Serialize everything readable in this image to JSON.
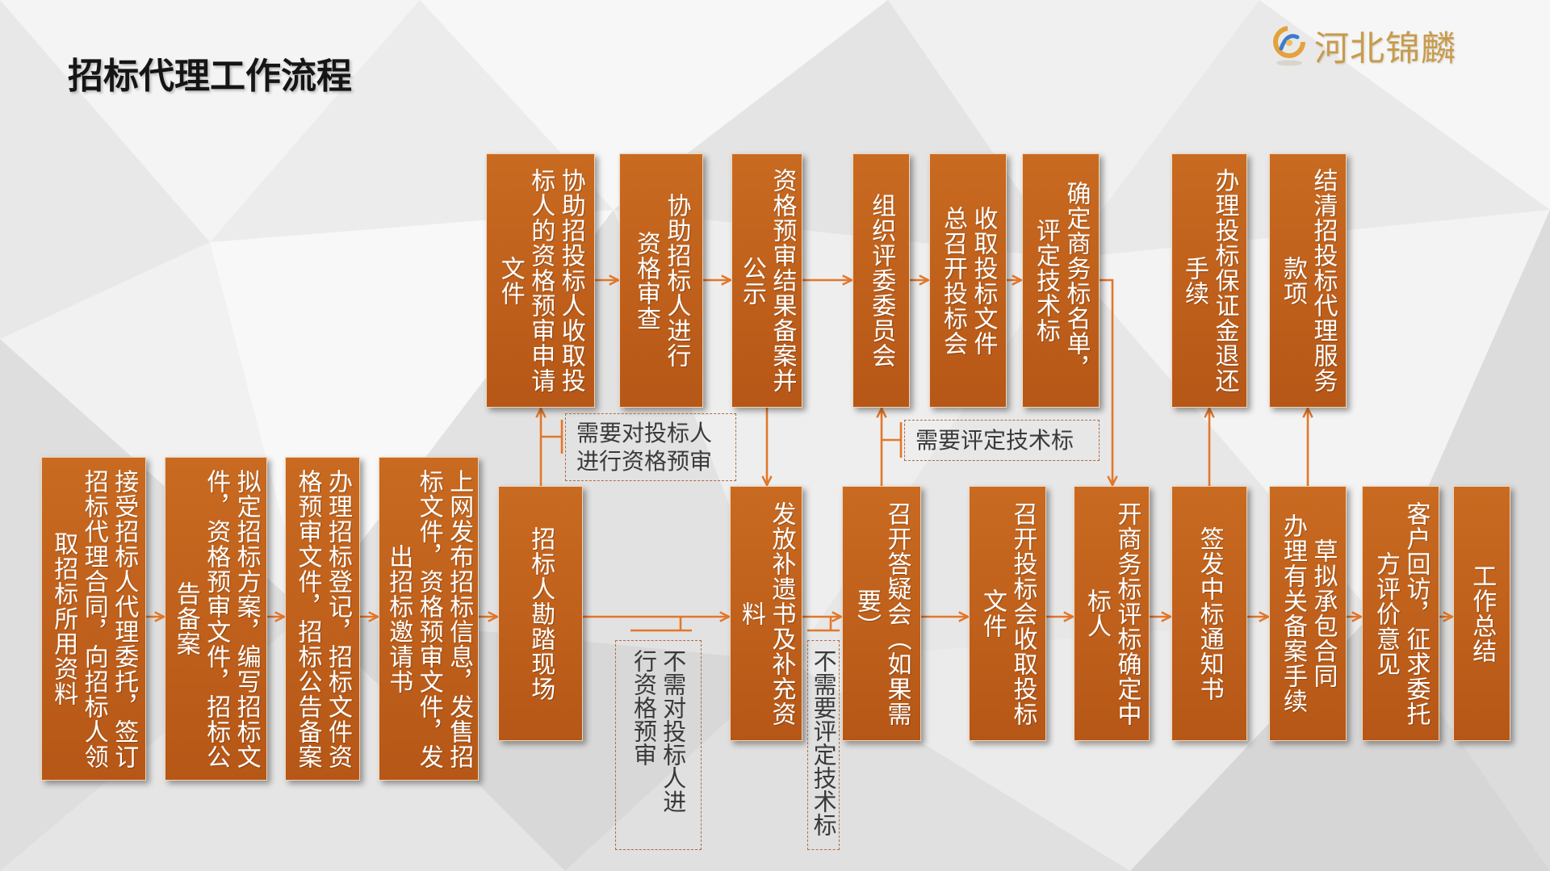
{
  "title": "招标代理工作流程",
  "brand": {
    "name": "河北锦麟",
    "logo_icon": "swirl-logo-icon"
  },
  "colors": {
    "box_fill_top": "#c96a21",
    "box_fill_bottom": "#b65717",
    "box_border": "#f3d6b6",
    "box_text": "#ffffff",
    "arrow": "#e2772b",
    "note_border": "#b06a42",
    "note_text": "#3a3a3a",
    "title_text": "#151515",
    "brand_text": "#c89b4b"
  },
  "main_flow": [
    "接受招标人代理委托，签订\n招标代理合同，向招标人领\n取招标所用资料",
    "拟定招标方案，编写招标文\n件，资格预审文件，招标公\n告备案",
    "办理招标登记，招标文件资\n格预审文件，招标公告备案",
    "上网发布招标信息，发售招\n标文件，资格预审文件，发\n出招标邀请书",
    "招标人勘踏现场",
    "发放补遗书及补充资\n料",
    "召开答疑会（如果需\n要）",
    "召开投标会收取投标\n文件",
    "开商务标评标确定中\n标人",
    "签发中标通知书",
    "草拟承包合同\n办理有关备案手续",
    "客户回访，征求委托\n方评价意见",
    "工作总结"
  ],
  "prequalification_branch": [
    "协助招投标人收取投\n标人的资格预审申请\n文件",
    "协助招标人进行\n资格审查",
    "资格预审结果备案并\n公示"
  ],
  "evaluation_branch": [
    "组织评委委员会",
    "收取投标文件\n总召开投标会",
    "确定商务标名单，\n评定技术标"
  ],
  "closing_branch": [
    "办理投标保证金退还\n手续",
    "结清招投标代理服务\n款项"
  ],
  "notes": {
    "need_prequalification": "需要对投标人\n进行资格预审",
    "no_prequalification": "不需对投标人进\n行资格预审",
    "need_technical_evaluation": "需要评定技术标",
    "no_technical_evaluation": "不需要评定技术标"
  }
}
